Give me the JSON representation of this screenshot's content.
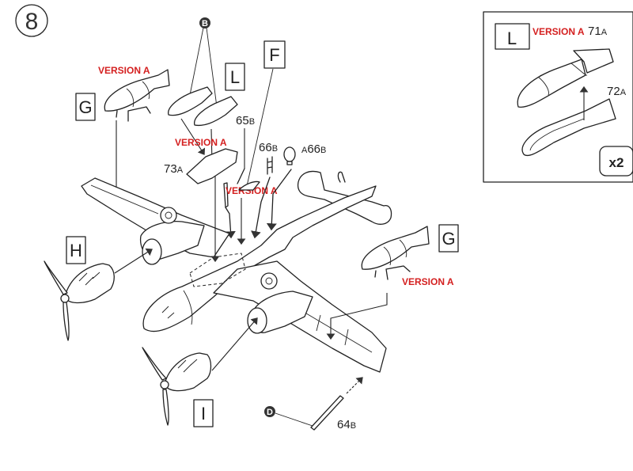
{
  "step": {
    "number": "8"
  },
  "version_label": "VERSION A",
  "callouts": {
    "B": "B",
    "D": "D"
  },
  "boxes": {
    "G_left": "G",
    "G_right": "G",
    "L_main": "L",
    "L_inset": "L",
    "F": "F",
    "H": "H",
    "I": "I"
  },
  "parts": {
    "p65": {
      "num": "65",
      "sprue": "B"
    },
    "p66": {
      "num": "66",
      "sprue": "B"
    },
    "p66a": {
      "prefix": "A",
      "num": "66",
      "sprue": "B"
    },
    "p73": {
      "num": "73",
      "sprue": "A"
    },
    "p64": {
      "num": "64",
      "sprue": "B"
    },
    "p71": {
      "num": "71",
      "sprue": "A"
    },
    "p72": {
      "num": "72",
      "sprue": "A"
    }
  },
  "inset": {
    "multiplier": "x2"
  },
  "colors": {
    "version_text": "#d42020",
    "line": "#222222"
  }
}
